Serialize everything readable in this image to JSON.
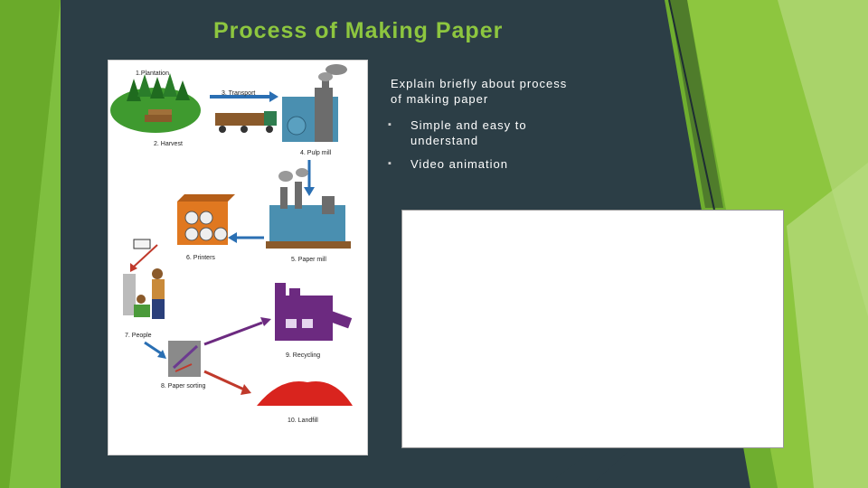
{
  "slide": {
    "title": "Process of Making Paper",
    "intro": "Explain briefly about process of making paper",
    "bullets": [
      "Simple and easy to understand",
      "Video animation"
    ]
  },
  "diagram": {
    "labels": {
      "plantation": "1.Plantation",
      "harvest": "2. Harvest",
      "transport": "3. Transport",
      "pulp_mill": "4. Pulp mill",
      "paper_mill": "5. Paper mill",
      "printers": "6. Printers",
      "people": "7. People",
      "paper_sorting": "8. Paper sorting",
      "recycling": "9. Recycling",
      "landfill": "10. Landfill"
    }
  },
  "colors": {
    "background": "#2c3e46",
    "accent_green": "#8dc63f",
    "text": "#ffffff"
  },
  "icons": [
    "bullet-icon"
  ]
}
